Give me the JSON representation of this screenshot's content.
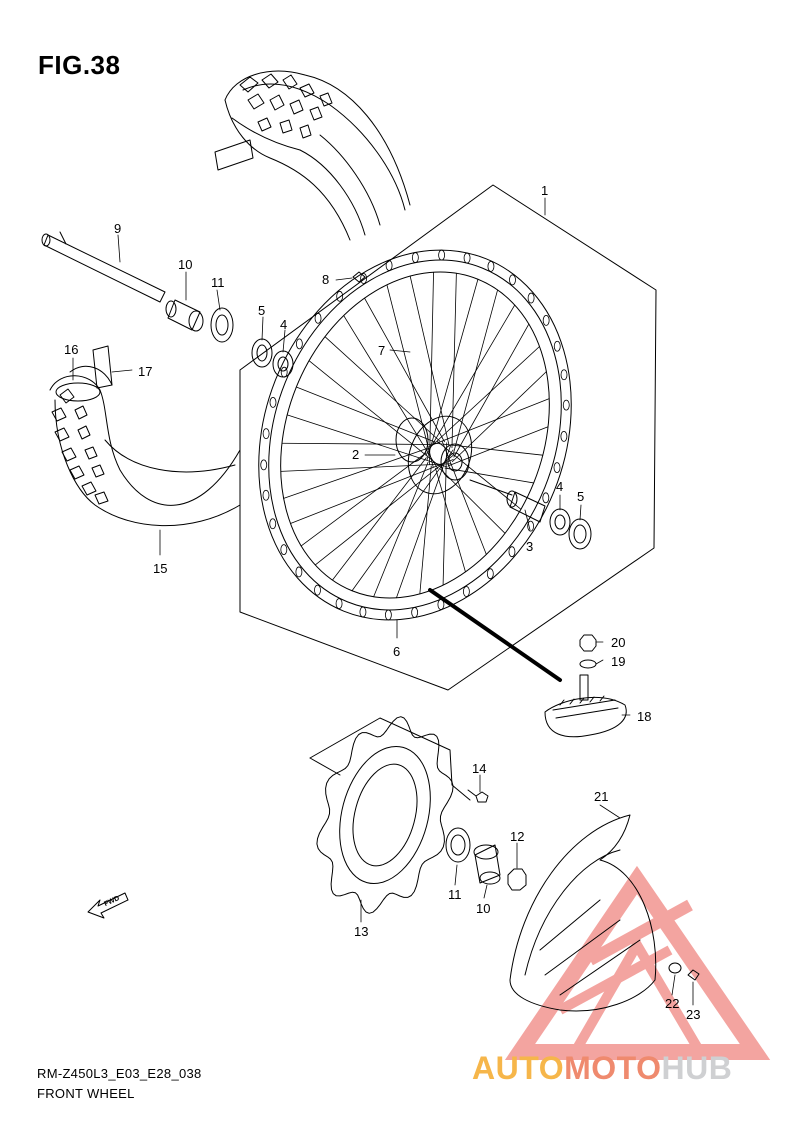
{
  "figure": {
    "title": "FIG.38",
    "model_code": "RM-Z450L3_E03_E28_038",
    "name": "FRONT WHEEL"
  },
  "callouts": [
    "1",
    "2",
    "3",
    "4",
    "4",
    "5",
    "5",
    "6",
    "7",
    "8",
    "9",
    "10",
    "10",
    "11",
    "11",
    "12",
    "13",
    "14",
    "15",
    "16",
    "17",
    "18",
    "19",
    "20",
    "21",
    "22",
    "23"
  ],
  "fwd_label": "FWD",
  "watermark": {
    "part_a": "AUTO",
    "part_b": "MOTO",
    "part_c": "HUB",
    "colors": {
      "orange": "#f6b64a",
      "red": "#ef8a6e",
      "gray": "#cfd0d2"
    }
  }
}
